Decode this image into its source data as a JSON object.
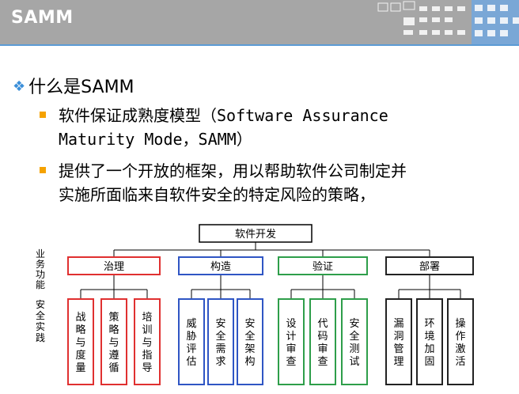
{
  "header": {
    "title": "SAMM"
  },
  "content": {
    "heading": "什么是SAMM",
    "point1": {
      "line1": "软件保证成熟度模型（Software Assurance",
      "line2": "Maturity Mode，SAMM）"
    },
    "point2": {
      "line1": "提供了一个开放的框架，用以帮助软件公司制定并",
      "line2": "实施所面临来自软件安全的特定风险的策略，"
    }
  },
  "diagram": {
    "root": "软件开发",
    "label_business": "业务功能",
    "label_practice": "安全实践",
    "functions": [
      {
        "name": "治理",
        "color": "#e03030",
        "practices": [
          "战略与度量",
          "策略与遵循",
          "培训与指导"
        ]
      },
      {
        "name": "构造",
        "color": "#2f55c4",
        "practices": [
          "威胁评估",
          "安全需求",
          "安全架构"
        ]
      },
      {
        "name": "验证",
        "color": "#2e9e4a",
        "practices": [
          "设计审查",
          "代码审查",
          "安全测试"
        ]
      },
      {
        "name": "部署",
        "color": "#222222",
        "practices": [
          "漏洞管理",
          "环境加固",
          "操作激活"
        ]
      }
    ]
  }
}
